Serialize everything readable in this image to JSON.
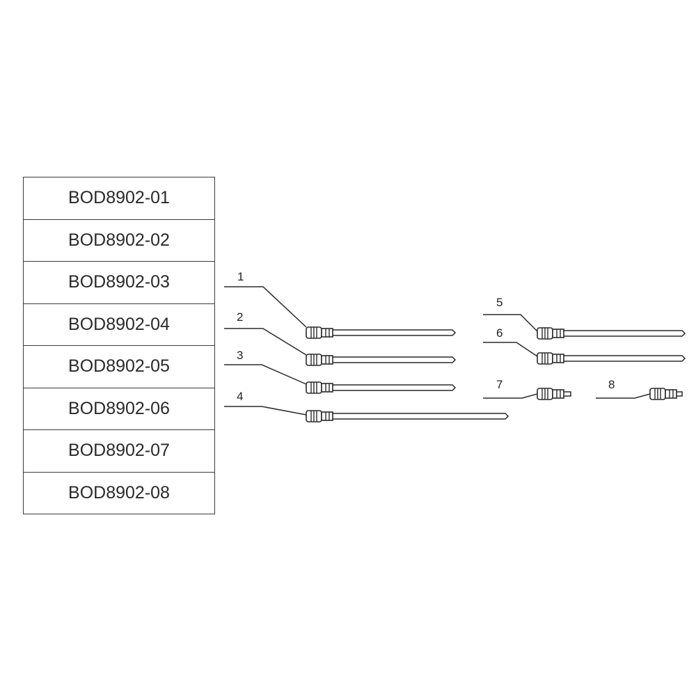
{
  "parts_table": {
    "rows": [
      {
        "part_number": "BOD8902-01"
      },
      {
        "part_number": "BOD8902-02"
      },
      {
        "part_number": "BOD8902-03"
      },
      {
        "part_number": "BOD8902-04"
      },
      {
        "part_number": "BOD8902-05"
      },
      {
        "part_number": "BOD8902-06"
      },
      {
        "part_number": "BOD8902-07"
      },
      {
        "part_number": "BOD8902-08"
      }
    ]
  },
  "callouts": {
    "c1": "1",
    "c2": "2",
    "c3": "3",
    "c4": "4",
    "c5": "5",
    "c6": "6",
    "c7": "7",
    "c8": "8"
  },
  "colors": {
    "line": "#2a2a2a",
    "text": "#2a2a2a",
    "background": "#ffffff"
  }
}
